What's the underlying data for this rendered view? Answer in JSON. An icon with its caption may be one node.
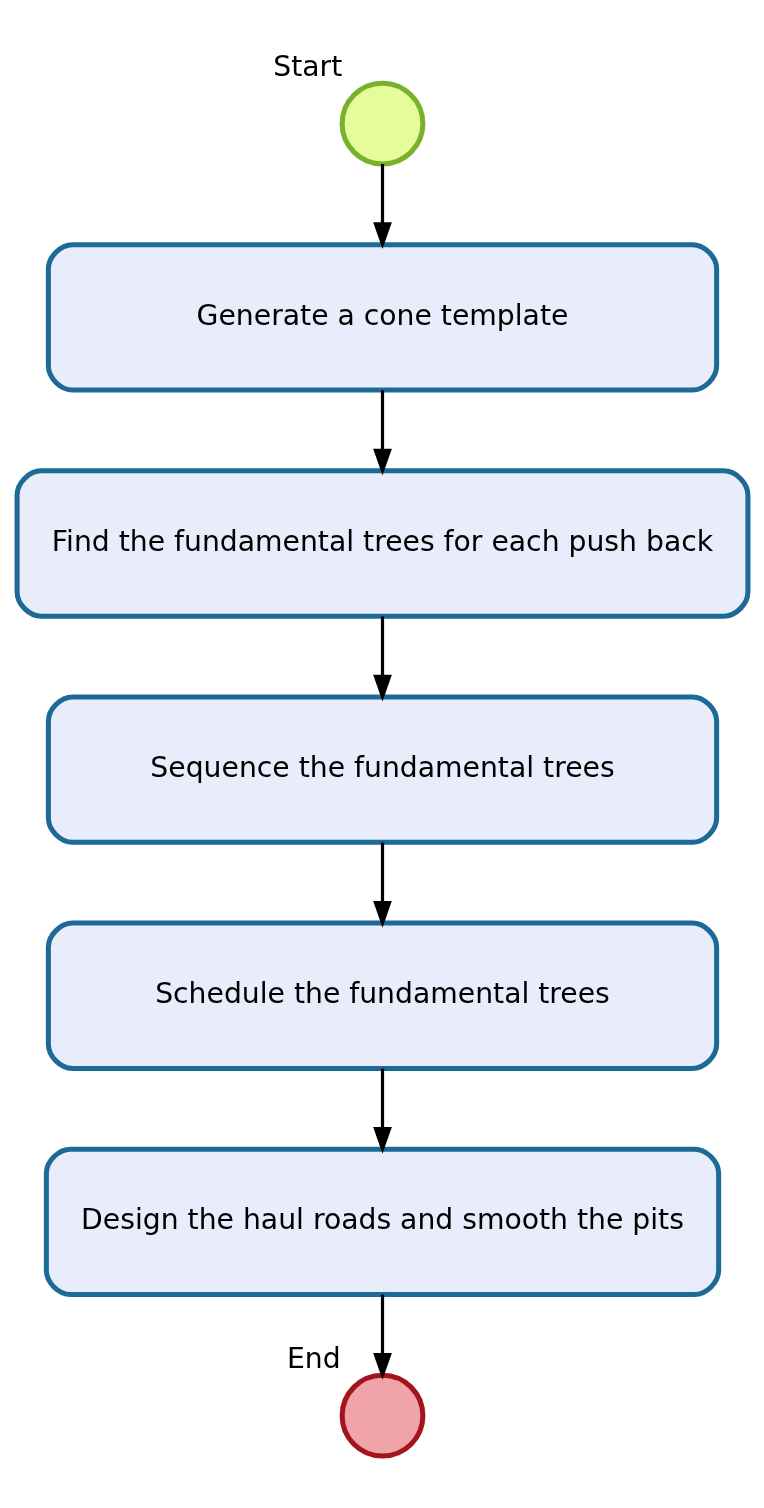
{
  "diagram": {
    "nodes": [
      {
        "text": [
          "Start"
        ]
      },
      {
        "text": [
          "Generate a cone template"
        ]
      },
      {
        "text": [
          "Find the fundamental trees for each push back"
        ]
      },
      {
        "text": [
          "Sequence the fundamental trees"
        ]
      },
      {
        "text": [
          "Schedule the fundamental trees"
        ]
      },
      {
        "text": [
          "Design the haul roads and smooth the pits"
        ]
      },
      {
        "text": [
          "End"
        ]
      }
    ],
    "edges": [
      {
        "from": 0,
        "to": 1,
        "arrow": "to"
      },
      {
        "from": 1,
        "to": 2,
        "arrow": "to"
      },
      {
        "from": 2,
        "to": 3,
        "arrow": "to"
      },
      {
        "from": 3,
        "to": 4,
        "arrow": "to"
      },
      {
        "from": 4,
        "to": 5,
        "arrow": "to"
      },
      {
        "from": 5,
        "to": 6,
        "arrow": "to"
      }
    ]
  }
}
